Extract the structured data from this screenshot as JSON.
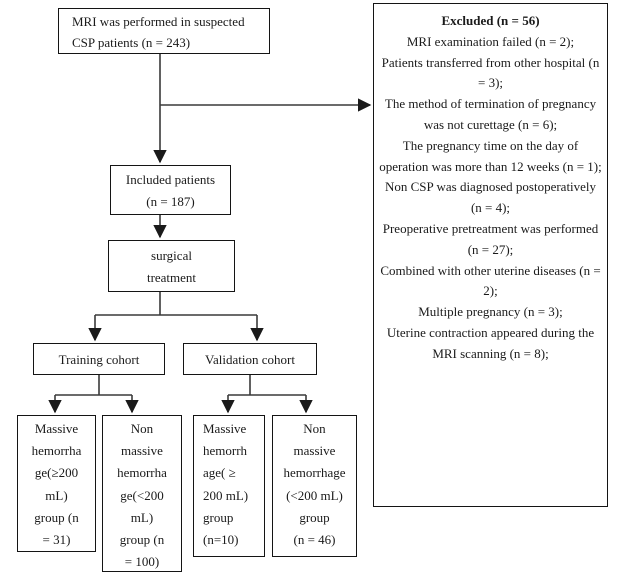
{
  "diagram": {
    "mri_box": [
      "MRI was performed in suspected",
      "CSP patients (n = 243)"
    ],
    "excluded": {
      "title": "Excluded (n = 56)",
      "items": [
        "MRI examination failed (n = 2);",
        "Patients transferred from other hospital (n = 3);",
        "The method of termination of pregnancy was not curettage (n = 6);",
        "The pregnancy time on the day of operation was more than 12 weeks (n = 1);",
        "Non CSP was diagnosed postoperatively (n = 4);",
        "Preoperative pretreatment was performed (n = 27);",
        "Combined with other uterine diseases (n = 2);",
        "Multiple pregnancy (n = 3);",
        "Uterine contraction appeared during the MRI scanning (n = 8);"
      ]
    },
    "included_box": [
      "Included patients",
      "(n = 187)"
    ],
    "surgical_box": [
      "surgical",
      "treatment"
    ],
    "training_label": "Training cohort",
    "validation_label": "Validation cohort",
    "training_massive": [
      "Massive",
      "hemorrha",
      "ge(≥200",
      "mL)",
      "group (n",
      "= 31)"
    ],
    "training_non_massive": [
      "Non",
      "massive",
      "hemorrha",
      "ge(<200",
      "mL)",
      "group (n",
      "= 100)"
    ],
    "validation_massive": [
      "Massive",
      "hemorrh",
      "age( ≥",
      "200 mL)",
      "group",
      "(n=10)"
    ],
    "validation_non_massive": [
      "Non",
      "massive",
      "hemorrhage",
      "(<200 mL)",
      "group",
      "(n = 46)"
    ],
    "colors": {
      "border": "#141414",
      "line": "#3a3a3a",
      "background": "#ffffff",
      "text": "#1a1a1a"
    }
  }
}
